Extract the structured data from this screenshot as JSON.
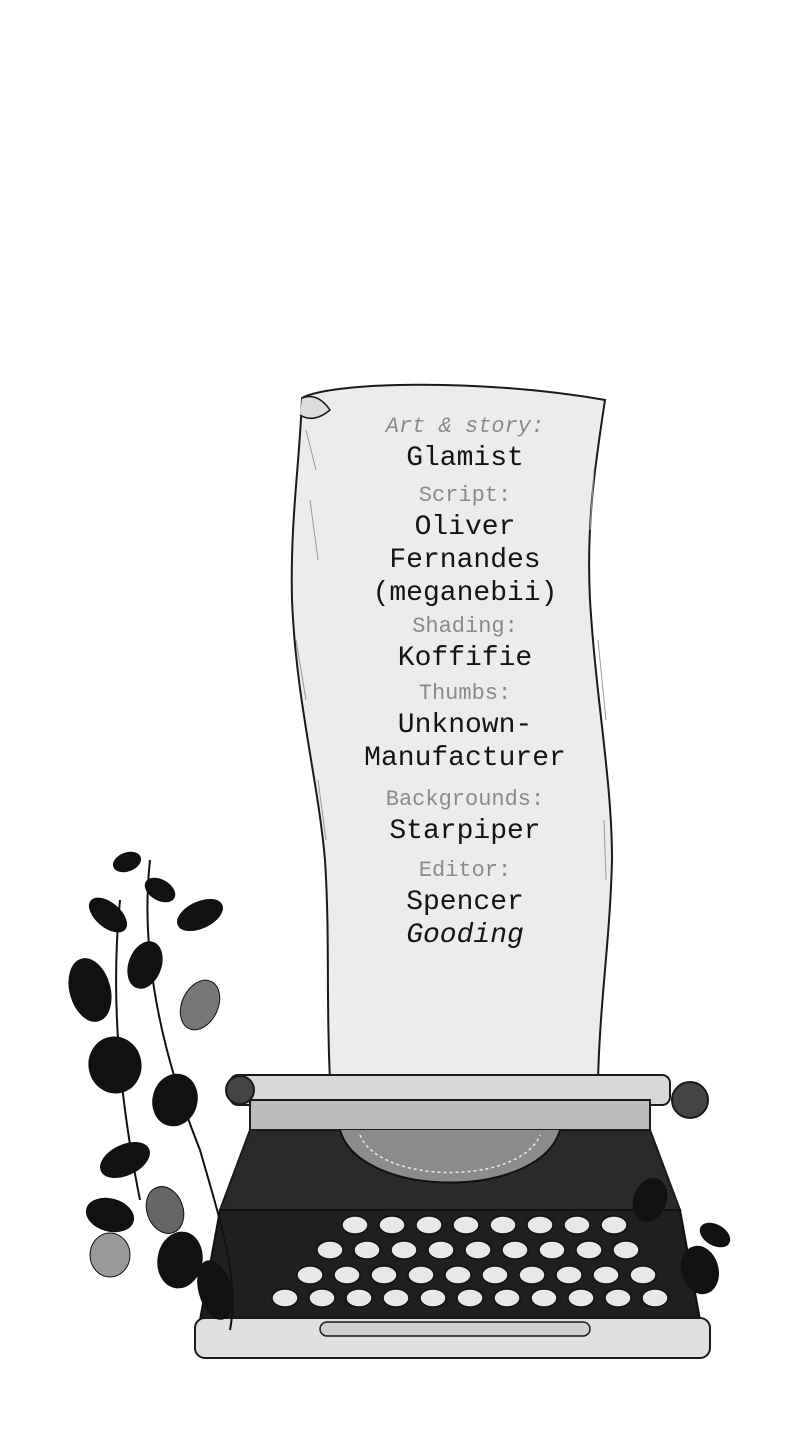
{
  "credits": [
    {
      "role": "Art & story:",
      "name_lines": [
        "Glamist"
      ]
    },
    {
      "role": "Script:",
      "name_lines": [
        "Oliver",
        "Fernandes",
        "(meganebii)"
      ]
    },
    {
      "role": "Shading:",
      "name_lines": [
        "Koffifie"
      ]
    },
    {
      "role": "Thumbs:",
      "name_lines": [
        "Unknown-",
        "Manufacturer"
      ]
    },
    {
      "role": "Backgrounds:",
      "name_lines": [
        "Starpiper"
      ]
    },
    {
      "role": "Editor:",
      "name_lines": [
        "Spencer",
        "Gooding"
      ]
    }
  ],
  "illustration": {
    "paper_color": "#ececec",
    "ink_color": "#1a1a1a",
    "leaf_color": "#111111",
    "icons": [
      "paper-scroll-icon",
      "typewriter-icon",
      "leaf-vine-icon"
    ]
  }
}
